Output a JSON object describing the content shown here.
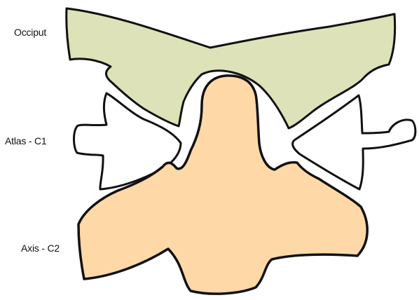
{
  "labels": {
    "occiput": "Occiput",
    "atlas": "Atlas - C1",
    "axis": "Axis - C2"
  },
  "colors": {
    "occiput_fill": "#DDE2B8",
    "axis_fill": "#FFD8A8",
    "atlas_fill": "#FFFFFF",
    "outline": "#111111",
    "background": "#FFFFFF"
  }
}
